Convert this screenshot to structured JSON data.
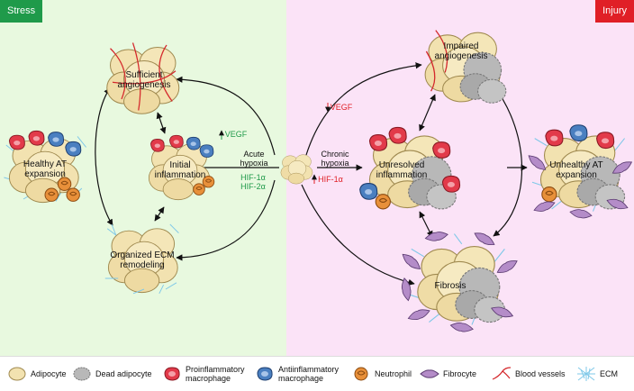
{
  "panels": {
    "left_tag": "Stress",
    "right_tag": "Injury"
  },
  "nodes": {
    "sufficient_angiogenesis": "Sufficient angiogenesis",
    "initial_inflammation": "Initial inflammation",
    "healthy_at_expansion": "Healthy AT expansion",
    "organized_ecm_remodeling": "Organized ECM remodeling",
    "impaired_angiogenesis": "Impaired angiogenesis",
    "unresolved_inflammation": "Unresolved inflammation",
    "unhealthy_at_expansion": "Unhealthy AT expansion",
    "fibrosis": "Fibrosis"
  },
  "annotations": {
    "acute_hypoxia": "Acute hypoxia",
    "hif_left": [
      "HIF-1α",
      "HIF-2α"
    ],
    "vegf_up": "VEGF",
    "chronic_hypoxia": "Chronic hypoxia",
    "vegf_down": "VEGF",
    "hif_right": "HIF-1α"
  },
  "colors": {
    "stress_bg": "#e8f9df",
    "injury_bg": "#fbe3f7",
    "stress_tag": "#1f9a4a",
    "injury_tag": "#e01f26",
    "adipocyte": "#f2e2b0",
    "dead_adipocyte": "#b8b8b8",
    "proinflammatory": "#e23a4a",
    "antiinflammatory": "#4a7fc0",
    "neutrophil": "#e8903a",
    "fibrocyte": "#b48cc8",
    "blood_vessel": "#d4282c",
    "ecm": "#7fc8e8"
  },
  "legend": [
    {
      "icon": "adipocyte-icon",
      "label": "Adipocyte"
    },
    {
      "icon": "dead-adipocyte-icon",
      "label": "Dead adipocyte"
    },
    {
      "icon": "proinflammatory-macrophage-icon",
      "label": "Proinflammatory macrophage"
    },
    {
      "icon": "antiinflammatory-macrophage-icon",
      "label": "Antiinflammatory macrophage"
    },
    {
      "icon": "neutrophil-icon",
      "label": "Neutrophil"
    },
    {
      "icon": "fibrocyte-icon",
      "label": "Fibrocyte"
    },
    {
      "icon": "blood-vessels-icon",
      "label": "Blood vessels"
    },
    {
      "icon": "ecm-icon",
      "label": "ECM"
    }
  ]
}
